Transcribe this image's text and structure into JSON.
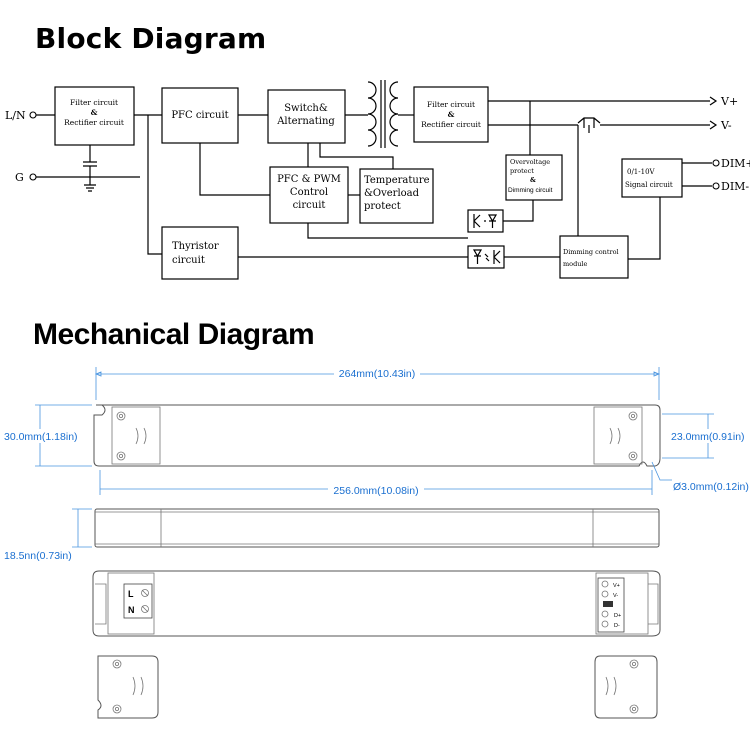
{
  "titles": {
    "block": "Block Diagram",
    "mechanical": "Mechanical Diagram"
  },
  "block": {
    "inputs": {
      "ln": "L/N",
      "g": "G"
    },
    "filter_in": {
      "line1": "Filter circuit",
      "line2": "&",
      "line3": "Rectifier circuit"
    },
    "pfc": "PFC circuit",
    "switch": {
      "line1": "Switch&",
      "line2": "Alternating"
    },
    "pfc_pwm": {
      "line1": "PFC & PWM",
      "line2": "Control",
      "line3": "circuit"
    },
    "temp": {
      "line1": "Temperature",
      "line2": "&Overload",
      "line3": "protect"
    },
    "filter_out": {
      "line1": "Filter circuit",
      "line2": "&",
      "line3": "Rectifier circuit"
    },
    "ovp": {
      "line1": "Overvoltage",
      "line2": "protect",
      "line3": "&",
      "line4": "Dimming circuit"
    },
    "signal": {
      "line1": "0/1-10V",
      "line2": "Signal circuit"
    },
    "thyristor": {
      "line1": "Thyristor",
      "line2": "circuit"
    },
    "dimming_module": {
      "line1": "Dimming control",
      "line2": "module"
    },
    "outputs": {
      "vplus": "V+",
      "vminus": "V-",
      "dimplus": "DIM+",
      "dimminus": "DIM-"
    }
  },
  "mechanical": {
    "overall_length": "264mm(10.43in)",
    "height": "30.0mm(1.18in)",
    "mount_height": "23.0mm(0.91in)",
    "mount_length": "256.0mm(10.08in)",
    "hole": "Ø3.0mm(0.12in)",
    "thickness": "18.5nn(0.73in)",
    "terminals_left": {
      "l": "L",
      "n": "N"
    },
    "terminals_right": {
      "vplus": "V+",
      "vminus": "V-",
      "dplus": "D+",
      "dminus": "D-"
    }
  },
  "colors": {
    "dimension": "#1a6fd0",
    "line": "#000000"
  }
}
